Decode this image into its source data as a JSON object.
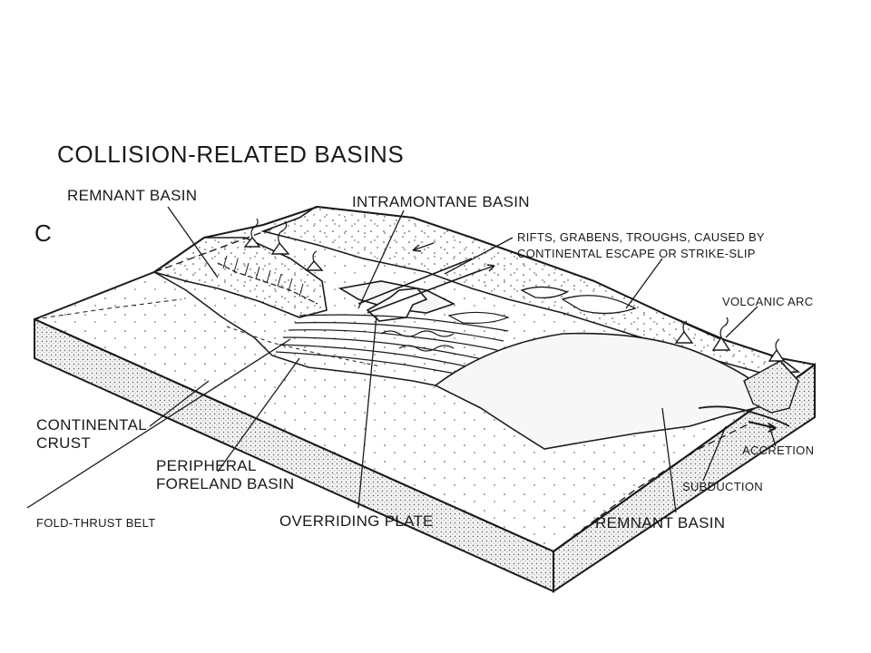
{
  "figure": {
    "title": "COLLISION-RELATED BASINS",
    "panel_letter": "C",
    "labels": {
      "remnant_basin_top": "REMNANT BASIN",
      "intramontane_basin": "INTRAMONTANE BASIN",
      "rifts_line1": "RIFTS, GRABENS, TROUGHS, CAUSED BY",
      "rifts_line2": "CONTINENTAL ESCAPE OR STRIKE-SLIP",
      "volcanic_arc": "VOLCANIC ARC",
      "continental_line1": "CONTINENTAL",
      "continental_line2": "CRUST",
      "peripheral_line1": "PERIPHERAL",
      "peripheral_line2": "FORELAND BASIN",
      "fold_thrust_belt": "FOLD-THRUST BELT",
      "overriding_plate": "OVERRIDING PLATE",
      "accretion": "ACCRETION",
      "subduction": "SUBDUCTION",
      "remnant_basin_bottom": "REMNANT BASIN"
    }
  },
  "colors": {
    "ink": "#1a1a1a",
    "background": "#ffffff",
    "crust_fill": "#efefef",
    "basin_fill": "#f7f7f7"
  }
}
